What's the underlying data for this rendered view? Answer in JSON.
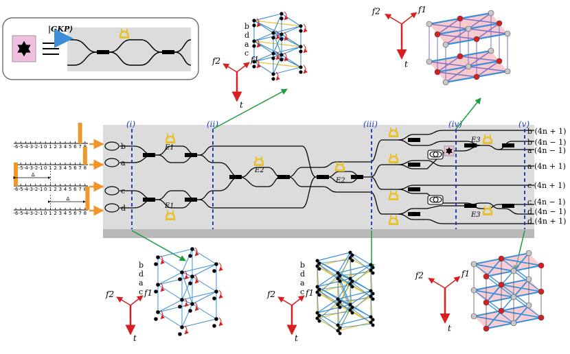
{
  "legend_box": {
    "gkp_label": "|GKP⟩"
  },
  "stages": [
    "(i)",
    "(ii)",
    "(iii)",
    "(iv)",
    "(v)"
  ],
  "input_modes": [
    "b",
    "a",
    "c",
    "d"
  ],
  "output_labels": [
    "b (4n + 1)",
    "b (4n − 1)",
    "a (4n − 1)",
    "a (4n + 1)",
    "c (4n + 1)",
    "c (4n − 1)",
    "d (4n − 1)",
    "d (4n + 1)"
  ],
  "gates": {
    "e1_top": "E1",
    "e1_bottom": "E1",
    "e2_center": "E2",
    "e2_right": "E2",
    "e3_top": "E3",
    "e3_bottom": "E3"
  },
  "timeline_ticks": [
    "-6",
    "-5",
    "-4",
    "-3",
    "-2",
    "-1",
    "0",
    "1",
    "2",
    "3",
    "4",
    "5",
    "6",
    "7",
    "8"
  ],
  "delta": "Δ",
  "axes": {
    "f1": "f1",
    "f2": "f2",
    "t": "t"
  },
  "lattice_mode_labels_top": [
    "b",
    "d",
    "a",
    "c"
  ],
  "lattice_mode_labels_bottom_left": [
    "b",
    "d",
    "a",
    "c"
  ],
  "lattice_mode_labels_bottom_mid": [
    "b",
    "d",
    "a",
    "c"
  ],
  "colors": {
    "chip": "#dcdcdc",
    "chip_edge": "#b8b8b8",
    "stage_line": "#1f3fbf",
    "arrow_in": "#f0962a",
    "arrow_link": "#1a9c3c",
    "axis": "#d81e1e",
    "edge_blue": "#3a8fd8",
    "edge_yellow": "#e8c02a",
    "node_red": "#d81e1e",
    "pink": "#f3a6b0"
  }
}
